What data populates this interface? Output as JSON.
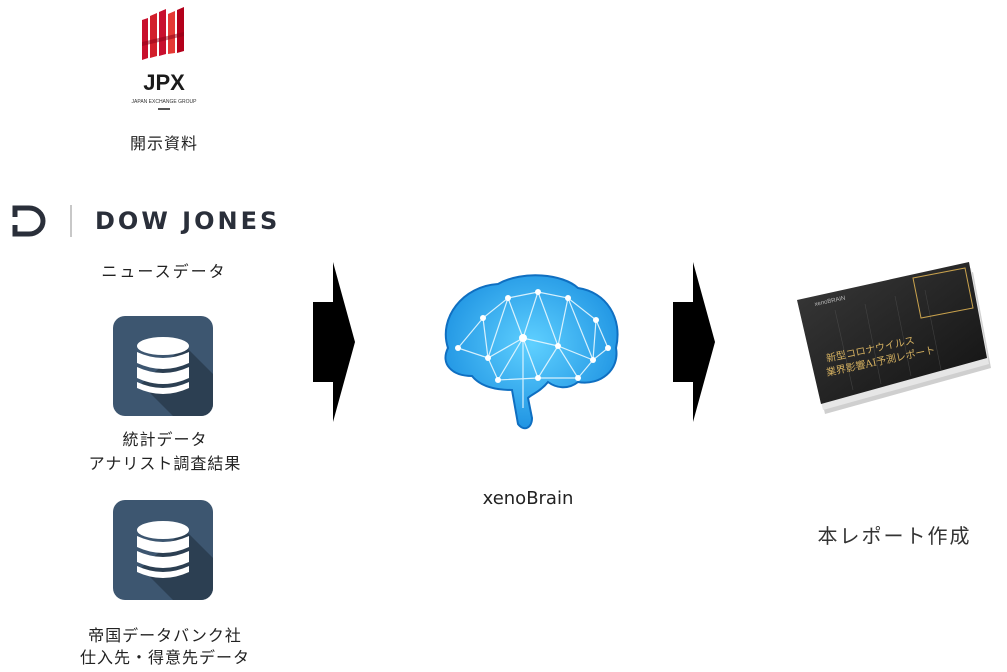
{
  "sources": {
    "jpx": {
      "logo_text": "JPX",
      "logo_subtext": "JAPAN EXCHANGE GROUP",
      "caption": "開示資料"
    },
    "dow_jones": {
      "logo_text": "DOW JONES",
      "caption": "ニュースデータ"
    },
    "stats": {
      "icon": "database-icon",
      "caption_line1": "統計データ",
      "caption_line2": "アナリスト調査結果"
    },
    "teikoku": {
      "icon": "database-icon",
      "caption_line1": "帝国データバンク社",
      "caption_line2": "仕入先・得意先データ"
    }
  },
  "engine": {
    "icon": "brain-icon",
    "caption": "xenoBrain"
  },
  "output": {
    "report_title_line1": "新型コロナウイルス",
    "report_title_line2": "業界影響AI予測レポート",
    "report_header": "xenoBRAIN",
    "caption": "本レポート作成"
  },
  "colors": {
    "arrow": "#000000",
    "db_tile": "#3d5670",
    "brain": "#22a7f0",
    "jpx_red": "#c8102e"
  }
}
